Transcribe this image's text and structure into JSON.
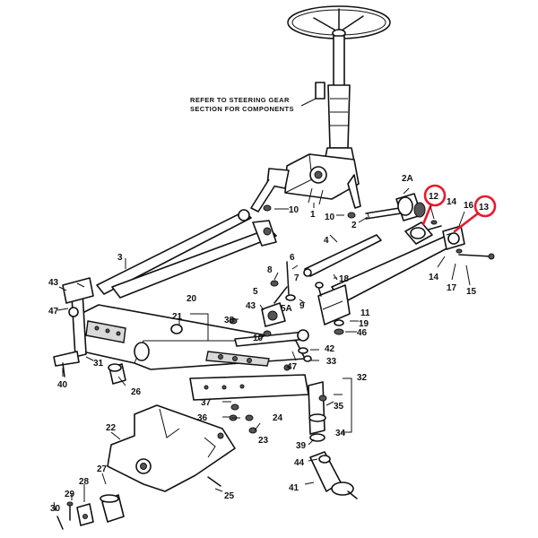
{
  "note": {
    "line1": "REFER TO STEERING GEAR",
    "line2": "SECTION FOR COMPONENTS"
  },
  "labels": {
    "n1": "1",
    "n2": "2",
    "n2a": "2A",
    "n3": "3",
    "n4": "4",
    "n5": "5",
    "n5a": "5A",
    "n6": "6",
    "n7": "7",
    "n8": "8",
    "n9": "9",
    "n10a": "10",
    "n10b": "10",
    "n10c": "10",
    "n11": "11",
    "n12": "12",
    "n13": "13",
    "n14a": "14",
    "n14b": "14",
    "n15": "15",
    "n16": "16",
    "n17": "17",
    "n18": "18",
    "n19": "19",
    "n20": "20",
    "n21": "21",
    "n22": "22",
    "n23": "23",
    "n24": "24",
    "n25": "25",
    "n26": "26",
    "n27": "27",
    "n28": "28",
    "n29": "29",
    "n30": "30",
    "n31": "31",
    "n32": "32",
    "n33": "33",
    "n34": "34",
    "n35": "35",
    "n36": "36",
    "n37": "37",
    "n38": "38",
    "n39": "39",
    "n40": "40",
    "n41": "41",
    "n42": "42",
    "n43a": "43",
    "n43b": "43",
    "n44": "44",
    "n46": "46",
    "n47a": "47",
    "n47b": "47"
  },
  "highlight_color": "#e8192c"
}
